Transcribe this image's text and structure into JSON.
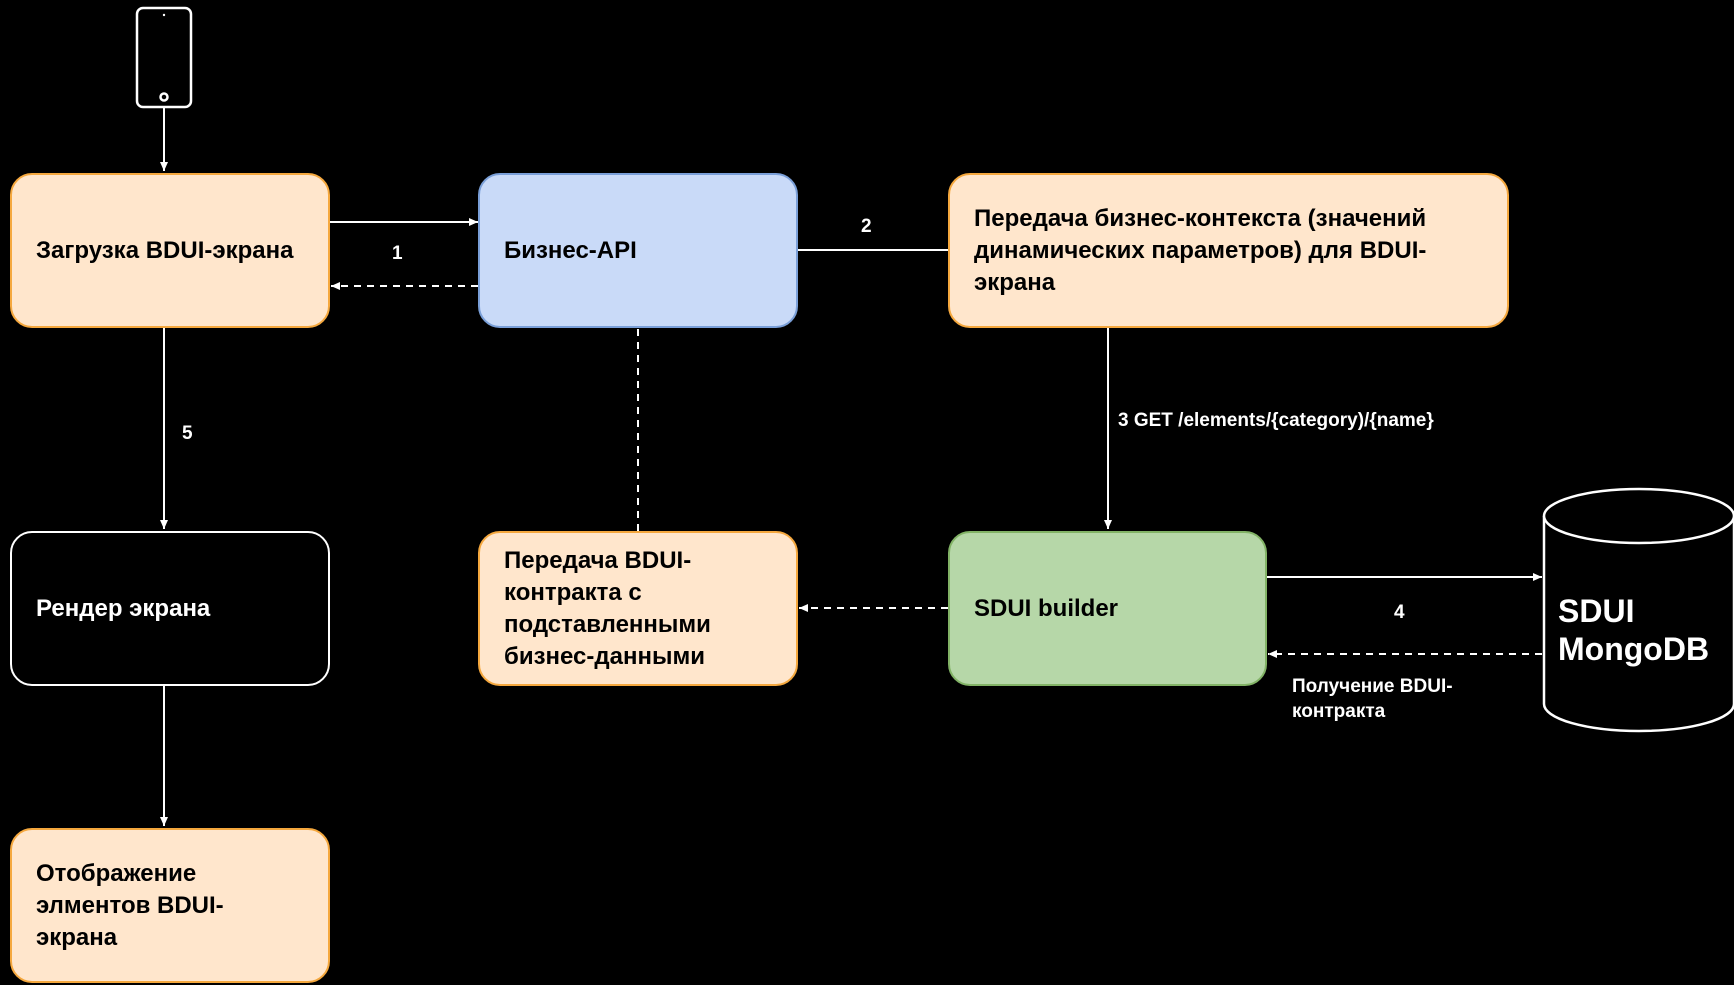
{
  "nodes": {
    "load_screen": "Загрузка  BDUI-экрана",
    "business_api": "Бизнес-API",
    "business_context": "Передача бизнес-контекста (значений динамических параметров) для BDUI-экрана",
    "render_screen": "Рендер экрана",
    "bdui_contract": "Передача BDUI-контракта с подставленными бизнес-данными",
    "sdui_builder": "SDUI builder",
    "display_elements": "Отображение элментов  BDUI-экрана",
    "database": "SDUI MongoDB"
  },
  "edges": {
    "step1": "1",
    "step2": "2",
    "step3": "3 GET /elements/{category)/{name}",
    "step4": "4",
    "step5": "5",
    "get_contract": "Получение BDUI-контракта"
  },
  "icons": {
    "device": "smartphone-icon"
  },
  "colors": {
    "background": "#000000",
    "orange_fill": "#ffe6cc",
    "blue_fill": "#c9daf8",
    "green_fill": "#b6d7a8",
    "stroke": "#ffffff"
  }
}
